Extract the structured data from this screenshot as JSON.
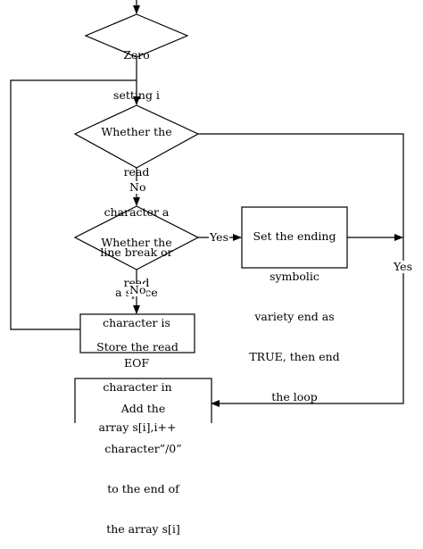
{
  "nodes": {
    "zero_setting": {
      "lines": [
        "Zero",
        "setting i"
      ]
    },
    "check_break": {
      "lines": [
        "Whether the",
        "read",
        "character a",
        "line break or",
        "a space"
      ]
    },
    "check_eof": {
      "lines": [
        "Whether the",
        "read",
        "character is",
        "EOF"
      ]
    },
    "set_ending": {
      "lines": [
        "Set the ending",
        "symbolic",
        "variety end as",
        "TRUE, then end",
        "the loop"
      ]
    },
    "store_char": {
      "lines": [
        "Store the read",
        "character in",
        "array s[i],i++"
      ]
    },
    "add_char": {
      "lines": [
        "Add the",
        "character”/0”",
        "to the end of",
        "the array s[i]"
      ]
    }
  },
  "edge_labels": {
    "no_1": "No",
    "no_2": "No",
    "yes_eof": "Yes",
    "yes_break": "Yes"
  }
}
